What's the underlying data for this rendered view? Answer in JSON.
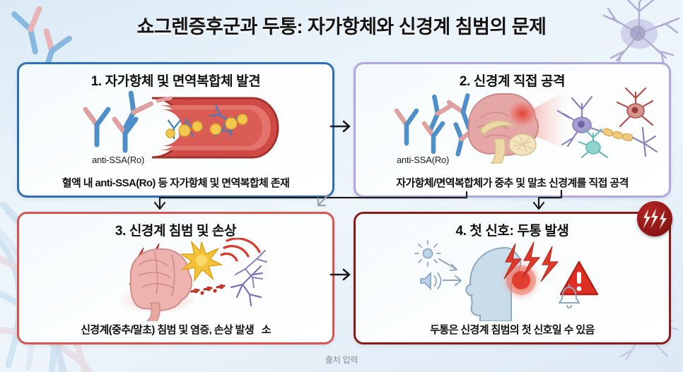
{
  "title": "쇼그렌증후군과 두통: 자가항체와 신경계 침범의 문제",
  "footer": {
    "source_label": "출처 입력"
  },
  "panels": [
    {
      "id": "panel-1",
      "title": "1. 자가항체 및 면역복합체 발견",
      "caption": "혈액 내 anti-SSA(Ro) 등 자가항체 및 면역복합체 존재",
      "antibody_label": "anti-SSA(Ro)",
      "border_color": "#2f6fb5",
      "art": [
        "antibody-cluster-icon",
        "blood-vessel-icon",
        "immune-complex-icon"
      ]
    },
    {
      "id": "panel-2",
      "title": "2. 신경계 직접 공격",
      "caption": "자가항체/면역복합체가 중추 및 말초 신경계를 직접 공격",
      "antibody_label": "anti-SSA(Ro)",
      "border_color": "#b0a8dd",
      "art": [
        "antibody-cluster-icon",
        "brain-sagittal-icon",
        "neuron-network-icon"
      ]
    },
    {
      "id": "panel-3",
      "title": "3. 신경계 침범 및 손상",
      "caption": "신경계(중추/말초) 침범 및 염증, 손상 발생   소",
      "antibody_label": "",
      "border_color": "#d9534f",
      "art": [
        "brain-icon",
        "lightning-icon",
        "starburst-icon",
        "neuron-icon"
      ]
    },
    {
      "id": "panel-4",
      "title": "4. 첫 신호: 두통 발생",
      "caption": "두통은 신경계 침범의 첫 신호일 수 있음",
      "antibody_label": "",
      "border_color": "#8b1a1a",
      "art": [
        "head-profile-icon",
        "pain-pulse-icon",
        "lightning-icon",
        "warning-triangle-icon",
        "bell-icon",
        "sun-icon",
        "speaker-icon"
      ]
    }
  ],
  "connectors": [
    {
      "name": "arrow-panel1-to-panel2",
      "direction": "right"
    },
    {
      "name": "arrow-panel3-to-panel4",
      "direction": "right"
    },
    {
      "name": "elbow-panel2-to-panel3",
      "direction": "down-left"
    },
    {
      "name": "elbow-panel2-to-panel4",
      "direction": "down"
    },
    {
      "name": "arrow-center-diagonal",
      "direction": "down-left"
    }
  ],
  "badge": {
    "name": "shock-badge",
    "icon": "lightning-bolts-icon",
    "color": "#8e1616"
  },
  "colors": {
    "background_top": "#dbeaf6",
    "background_bottom": "#dce9f5",
    "panel_fill": "#fbfdfe",
    "antibody_blue": "#4a86c8",
    "antibody_pink": "#e8a9a9",
    "vessel_red": "#c0392b",
    "immune_yellow": "#f2c94c",
    "brain_pink": "#e6a8a8",
    "neuron_purple": "#8e86c4"
  }
}
